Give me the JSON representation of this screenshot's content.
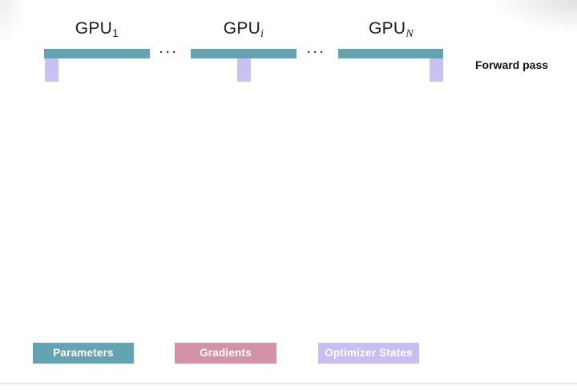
{
  "diagram": {
    "gpus": [
      {
        "base": "GPU",
        "subscript": "1",
        "shard_position": "left"
      },
      {
        "base": "GPU",
        "subscript": "i",
        "shard_position": "center"
      },
      {
        "base": "GPU",
        "subscript": "N",
        "shard_position": "right"
      }
    ],
    "separators": {
      "dots": "···"
    },
    "annotation": {
      "stage_label": "Forward pass"
    }
  },
  "legend": {
    "items": [
      {
        "label": "Parameters",
        "color": "#63a3b2"
      },
      {
        "label": "Gradients",
        "color": "#d492a6"
      },
      {
        "label": "Optimizer States",
        "color": "#c9bdf2"
      }
    ]
  },
  "colors": {
    "parameters_teal": "#63a3b2",
    "gradients_pink": "#d492a6",
    "optimizer_lavender": "#cbc1f1",
    "text": "#1c1c1c",
    "page_boundary_line": "#e8e8ea",
    "background": "#ffffff"
  }
}
